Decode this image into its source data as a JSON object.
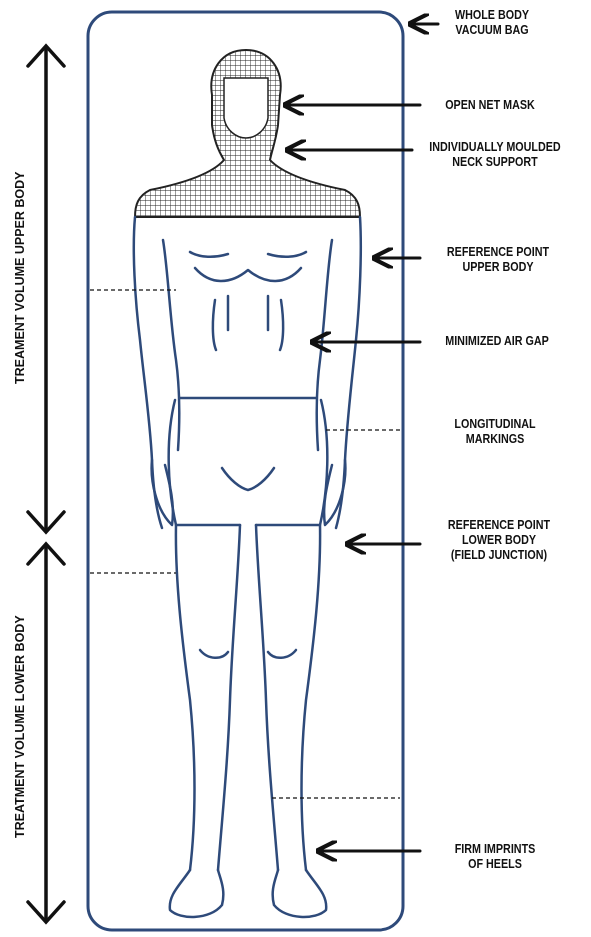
{
  "labels": {
    "vacuum_bag": [
      "WHOLE BODY",
      "VACUUM BAG"
    ],
    "net_mask": [
      "OPEN NET MASK"
    ],
    "neck_support": [
      "INDIVIDUALLY MOULDED",
      "NECK SUPPORT"
    ],
    "ref_upper": [
      "REFERENCE POINT",
      "UPPER BODY"
    ],
    "air_gap": [
      "MINIMIZED AIR GAP"
    ],
    "longitudinal": [
      "LONGITUDINAL",
      "MARKINGS"
    ],
    "ref_lower": [
      "REFERENCE POINT",
      "LOWER BODY",
      "(FIELD JUNCTION)"
    ],
    "heels": [
      "FIRM IMPRINTS",
      "OF HEELS"
    ]
  },
  "side_labels": {
    "upper": "TREAMENT VOLUME UPPER BODY",
    "lower": "TREATMENT VOLUME LOWER BODY"
  },
  "colors": {
    "outline": "#2e4a7a",
    "ink": "#111111",
    "mesh": "#222222"
  }
}
